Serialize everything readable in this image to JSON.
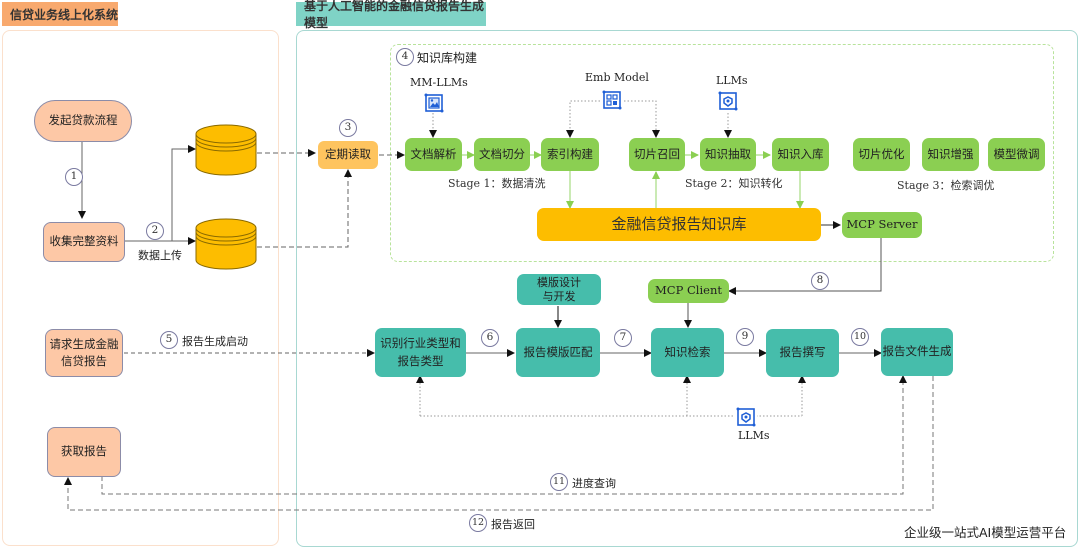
{
  "headers": {
    "left": "信贷业务线上化系统",
    "right": "基于人工智能的金融信贷报告生成模型"
  },
  "colors": {
    "peach": "#fdc8a6",
    "green": "#8bcf52",
    "teal": "#46bdab",
    "orange": "#fec45f",
    "kb_yellow": "#fdbd00",
    "icon_blue": "#1f5fd6"
  },
  "left_system": {
    "start": "发起贷款流程",
    "collect": "收集完整资料",
    "upload_label": "数据上传",
    "request_line1": "请求生成金融",
    "request_line2": "信贷报告",
    "get_report": "获取报告"
  },
  "steps": {
    "s1": "1",
    "s2": "2",
    "s3": "3",
    "s4": "4",
    "s5": "5",
    "s6": "6",
    "s7": "7",
    "s8": "8",
    "s9": "9",
    "s10": "10",
    "s11": "11",
    "s12": "12"
  },
  "flow_labels": {
    "report_start": "报告生成启动",
    "progress_query": "进度查询",
    "report_return": "报告返回"
  },
  "periodic_read": "定期读取",
  "knowledge_build": {
    "title": "知识库构建",
    "models": {
      "mm_llms": "MM-LLMs",
      "emb_model": "Emb Model",
      "llms": "LLMs"
    },
    "stage1": {
      "label": "Stage 1：数据清洗",
      "nodes": [
        "文档解析",
        "文档切分",
        "索引构建"
      ]
    },
    "stage2": {
      "label": "Stage 2：知识转化",
      "nodes": [
        "切片召回",
        "知识抽取",
        "知识入库"
      ]
    },
    "stage3": {
      "label": "Stage 3：检索调优",
      "nodes": [
        "切片优化",
        "知识增强",
        "模型微调"
      ]
    },
    "kb": "金融信贷报告知识库",
    "mcp_server": "MCP Server"
  },
  "report_flow": {
    "identify_line1": "识别行业类型和",
    "identify_line2": "报告类型",
    "template_design_line1": "模版设计",
    "template_design_line2": "与开发",
    "template_match": "报告模版匹配",
    "mcp_client": "MCP Client",
    "knowledge_retrieval": "知识检索",
    "report_writing": "报告撰写",
    "report_file": "报告文件生成",
    "llms": "LLMs"
  },
  "footer": "企业级一站式AI模型运营平台"
}
